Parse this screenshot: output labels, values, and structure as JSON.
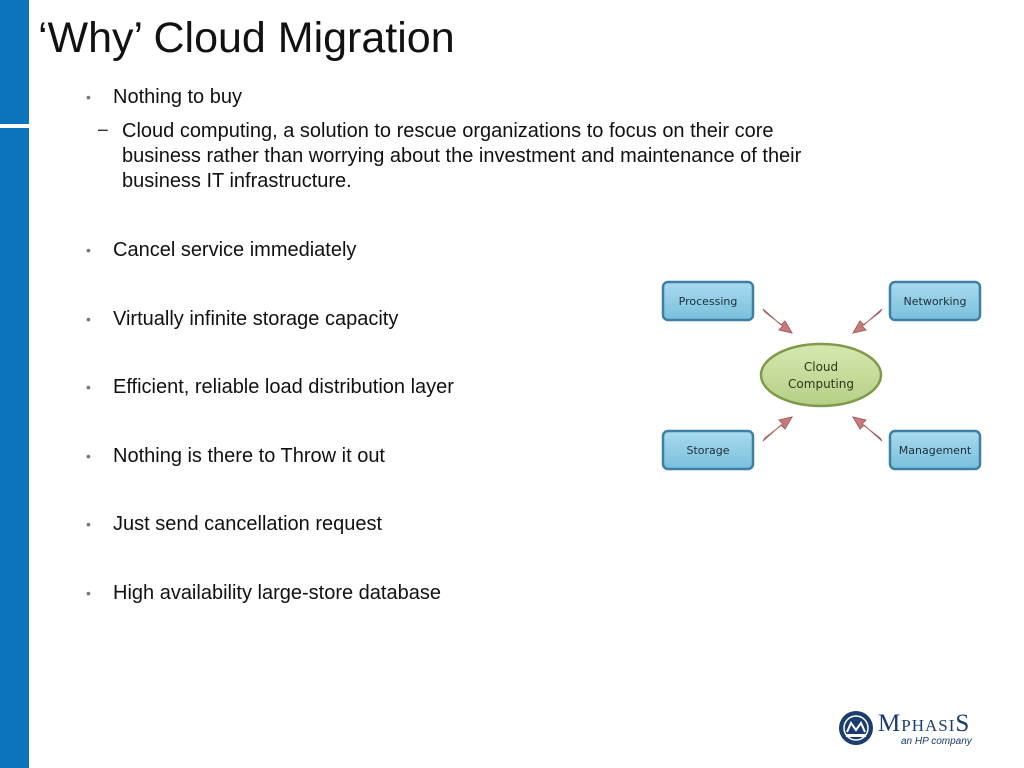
{
  "slide": {
    "title": "‘Why’ Cloud Migration"
  },
  "bullets": [
    {
      "text": "Nothing to buy",
      "sub": "Cloud computing, a solution to rescue organizations to focus on their core business rather than worrying about the investment and maintenance of their business IT infrastructure."
    },
    {
      "text": "Cancel service immediately"
    },
    {
      "text": "Virtually infinite storage capacity"
    },
    {
      "text": "Efficient, reliable load distribution layer"
    },
    {
      "text": "Nothing is there to Throw it out"
    },
    {
      "text": "Just send cancellation request"
    },
    {
      "text": "High availability large-store database"
    }
  ],
  "diagram": {
    "center": [
      "Cloud",
      "Computing"
    ],
    "nodes": {
      "top_left": "Processing",
      "top_right": "Networking",
      "bottom_left": "Storage",
      "bottom_right": "Management"
    }
  },
  "logo": {
    "brand_first": "M",
    "brand_middle": "PHASI",
    "brand_last": "S",
    "tagline": "an HP company"
  },
  "colors": {
    "sidebar": "#0b74bb",
    "node_fill": "#8ccbe3",
    "node_stroke": "#3d7fa6",
    "center_fill": "#c4d99a",
    "center_stroke": "#7f9a4a",
    "arrow_fill": "#c77b7b",
    "logo": "#1a3c6e"
  }
}
